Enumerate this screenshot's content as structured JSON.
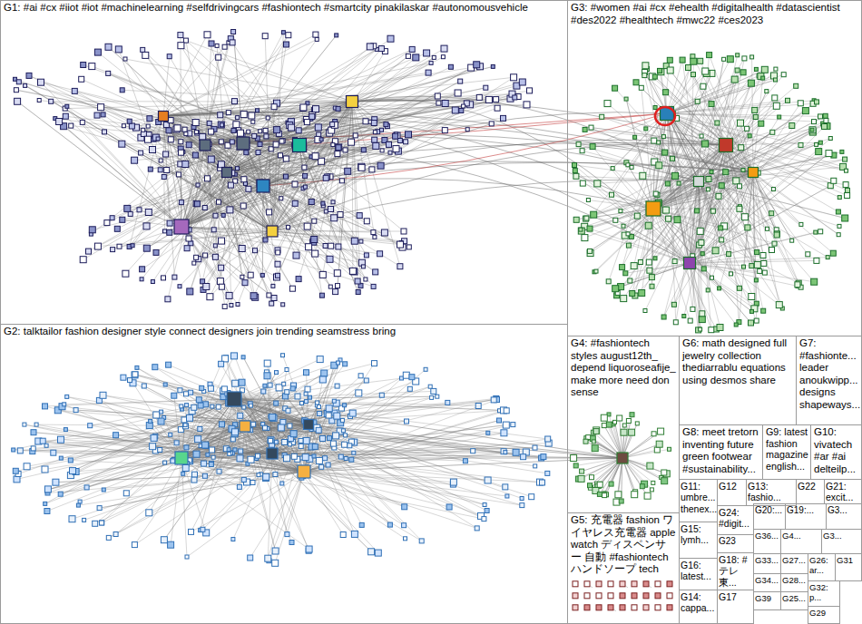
{
  "diagram": {
    "nodes": [
      {
        "text": [
          "G1: #ai #cx #iiot #iot #machinelearning #selfdrivingcars #fashiontech #smartcity pinakilaskar #autonomousvehicle"
        ]
      },
      {
        "text": [
          "G3: #women #ai #cx #ehealth #digitalhealth #datascientist #des2022 #healthtech #mwc22 #ces2023"
        ]
      },
      {
        "text": [
          "G2: talktailor fashion designer style connect designers join trending seamstress bring"
        ]
      },
      {
        "text": [
          "G4: #fashiontech styles august12th_ depend liquoroseafije_ make more need don sense"
        ]
      },
      {
        "text": [
          "G6: math designed full jewelry collection thediarrablu equations using desmos share"
        ]
      },
      {
        "text": [
          "G7: #fashionte... leader anoukwipp... designs shapeways..."
        ]
      },
      {
        "text": [
          "G8: meet tretorn inventing future green footwear #sustainability..."
        ]
      },
      {
        "text": [
          "G9: latest fashion magazine english..."
        ]
      },
      {
        "text": [
          "G10: vivatech #ar #ai delteilp..."
        ]
      },
      {
        "text": [
          "G11: umbre... thenex..."
        ]
      },
      {
        "text": [
          "G12"
        ]
      },
      {
        "text": [
          "G13: fashio..."
        ]
      },
      {
        "text": [
          "G22"
        ]
      },
      {
        "text": [
          "G21: excit..."
        ]
      },
      {
        "text": [
          "G24: #digit..."
        ]
      },
      {
        "text": [
          "G20:..."
        ]
      },
      {
        "text": [
          "G19:..."
        ]
      },
      {
        "text": [
          "G3..."
        ]
      },
      {
        "text": [
          "G15: lymh..."
        ]
      },
      {
        "text": [
          "G23"
        ]
      },
      {
        "text": [
          "G36..."
        ]
      },
      {
        "text": [
          "G4..."
        ]
      },
      {
        "text": [
          "G3..."
        ]
      },
      {
        "text": [
          "G18: # テレ東..."
        ]
      },
      {
        "text": [
          "G33..."
        ]
      },
      {
        "text": [
          "G27..."
        ]
      },
      {
        "text": [
          "G26: ar..."
        ]
      },
      {
        "text": [
          "G31"
        ]
      },
      {
        "text": [
          "G16: latest..."
        ]
      },
      {
        "text": [
          "G34..."
        ]
      },
      {
        "text": [
          "G28..."
        ]
      },
      {
        "text": [
          "G32: p..."
        ]
      },
      {
        "text": [
          "G5: 充電器 fashion ワイヤレス充電器 apple watch ディスペンサー 自動 #fashiontech ハンドソープ tech"
        ]
      },
      {
        "text": [
          "G14: cappa..."
        ]
      },
      {
        "text": [
          "G17"
        ]
      },
      {
        "text": [
          "G39"
        ]
      },
      {
        "text": [
          "G25..."
        ]
      },
      {
        "text": [
          "G29"
        ]
      }
    ]
  }
}
